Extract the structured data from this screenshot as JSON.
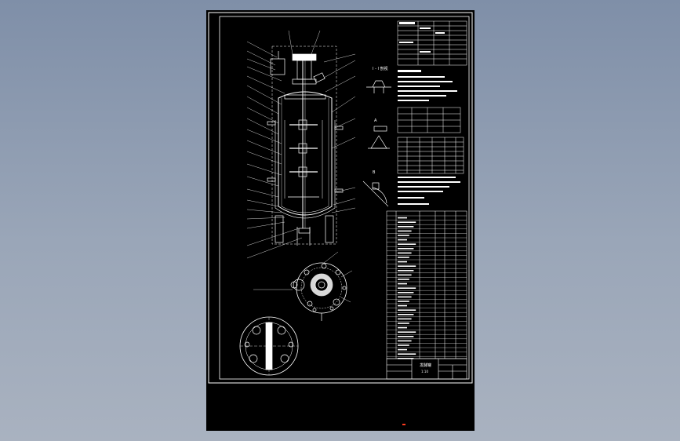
{
  "viewer": {
    "background_top": "#7f8fa8",
    "background_bottom": "#a9b2c0",
    "sheet_color": "#000000",
    "line_color": "#ffffff",
    "ucs_marker_color": "#ff3b1f"
  },
  "drawing": {
    "section_label_a": "I - I 剖视",
    "section_label_b": "A",
    "section_label_c": "B",
    "title_block_name": "发酵罐",
    "title_block_scale": "1:10"
  }
}
